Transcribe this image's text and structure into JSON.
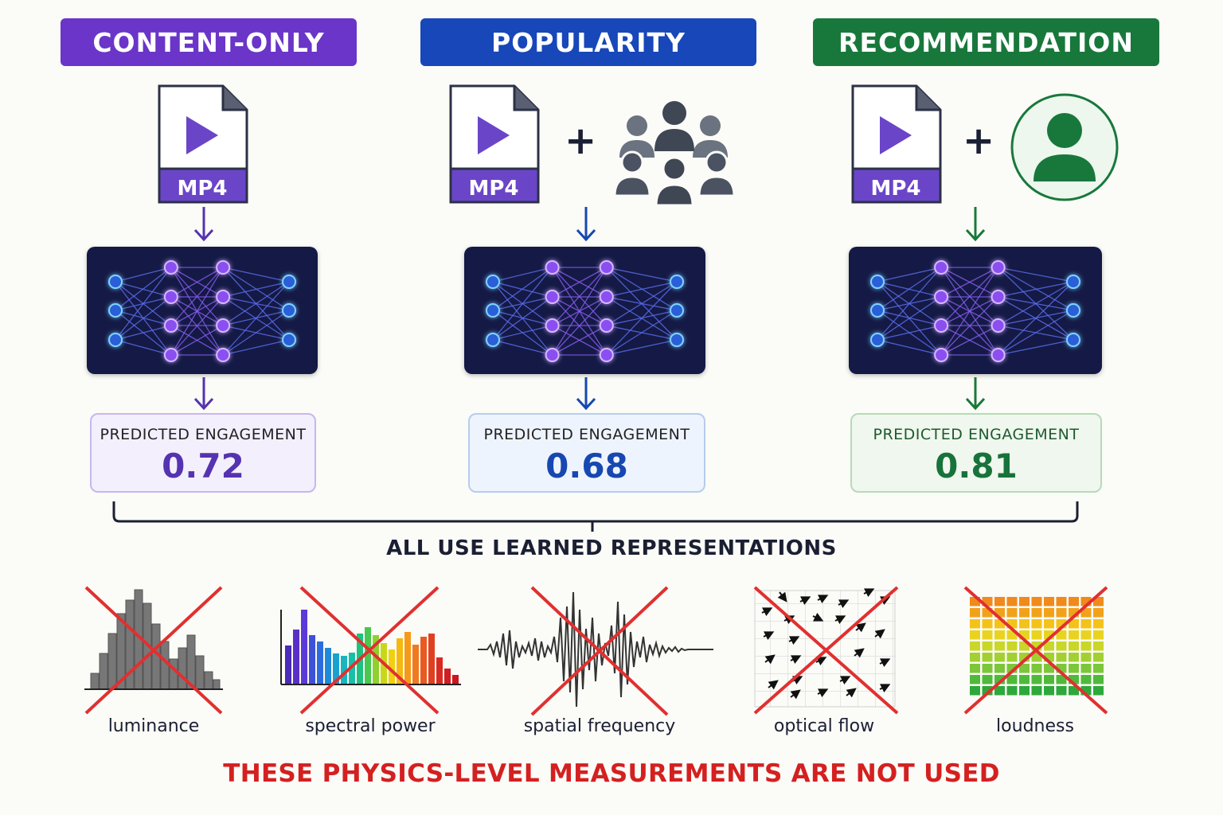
{
  "columns": [
    {
      "title": "CONTENT-ONLY",
      "file_label": "MP4",
      "pred_label": "PREDICTED ENGAGEMENT",
      "pred_value": "0.72",
      "accent": "#6a35c8",
      "extra_icon": "none"
    },
    {
      "title": "POPULARITY",
      "file_label": "MP4",
      "plus": "+",
      "pred_label": "PREDICTED ENGAGEMENT",
      "pred_value": "0.68",
      "accent": "#1747b8",
      "extra_icon": "group-of-people-icon"
    },
    {
      "title": "RECOMMENDATION",
      "file_label": "MP4",
      "plus": "+",
      "pred_label": "PREDICTED ENGAGEMENT",
      "pred_value": "0.81",
      "accent": "#18783b",
      "extra_icon": "user-avatar-icon"
    }
  ],
  "summary": "ALL USE LEARNED REPRESENTATIONS",
  "features": [
    {
      "label": "luminance",
      "icon": "luminance-histogram-icon"
    },
    {
      "label": "spectral power",
      "icon": "spectrum-bars-icon"
    },
    {
      "label": "spatial frequency",
      "icon": "waveform-icon"
    },
    {
      "label": "optical flow",
      "icon": "flow-vectors-icon"
    },
    {
      "label": "loudness",
      "icon": "loudness-meter-icon"
    }
  ],
  "warning": "THESE PHYSICS-LEVEL MEASUREMENTS ARE NOT USED",
  "colors": {
    "cross": "#e03030",
    "warning": "#d42020",
    "network_bg": "#141a45"
  }
}
